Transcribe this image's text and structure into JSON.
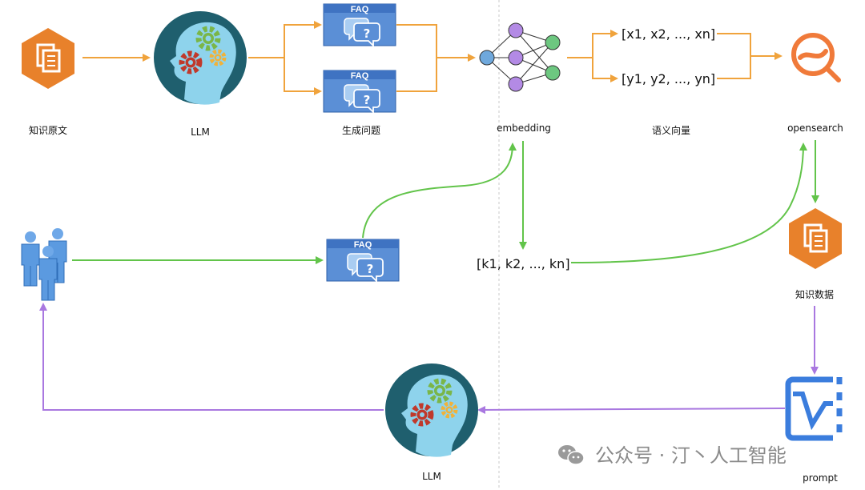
{
  "labels": {
    "source_text": "知识原文",
    "llm_top": "LLM",
    "generate_questions": "生成问题",
    "embedding": "embedding",
    "semantic_vector": "语义向量",
    "opensearch": "opensearch",
    "knowledge_data": "知识数据",
    "prompt": "prompt",
    "llm_bottom": "LLM"
  },
  "vectors": {
    "x": "[x1, x2, ..., xn]",
    "y": "[y1, y2, ..., yn]",
    "k": "[k1, k2, ..., kn]"
  },
  "faq_title": "FAQ",
  "watermark": "公众号 · 汀丶人工智能",
  "colors": {
    "orange_arrow": "#f0a33c",
    "green_arrow": "#62c44a",
    "purple_arrow": "#a978e0",
    "doc_orange": "#e8812b",
    "faq_blue": "#5b8fd6",
    "head_dark": "#1f5f6e",
    "head_light": "#8ed3ec",
    "neuron_blue": "#6fa8dc",
    "neuron_purple": "#b38ae5",
    "neuron_green": "#6dc780",
    "prompt_blue": "#3b7ddd"
  }
}
